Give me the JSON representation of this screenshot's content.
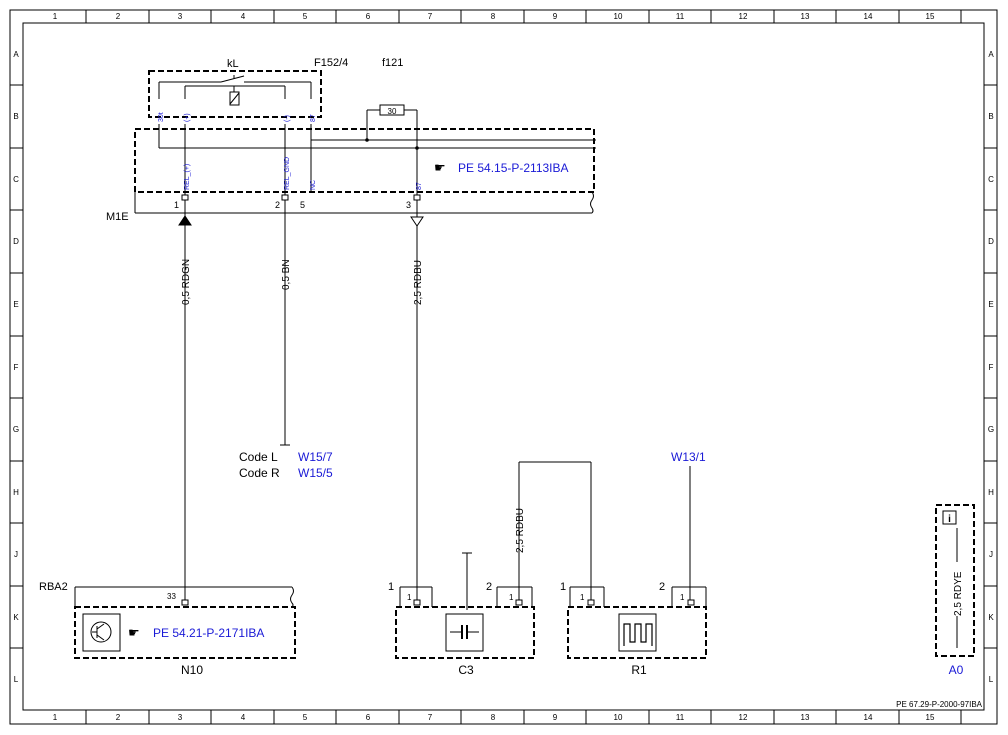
{
  "grid": {
    "columns": [
      "1",
      "2",
      "3",
      "4",
      "5",
      "6",
      "7",
      "8",
      "9",
      "10",
      "11",
      "12",
      "13",
      "14",
      "15"
    ],
    "rows": [
      "A",
      "B",
      "C",
      "D",
      "E",
      "F",
      "G",
      "H",
      "J",
      "K",
      "L"
    ]
  },
  "relay": {
    "label": "kL",
    "fuse_label": "F152/4",
    "fuse_ref": "f121",
    "fuse_value": "30",
    "pins": [
      "30t",
      "(+)",
      "(-)",
      "87",
      "87"
    ],
    "inner_labels": [
      "REL_(+)",
      "REL_GND",
      "NC",
      "87"
    ],
    "pin_numbers": [
      "1",
      "2",
      "5",
      "3"
    ],
    "ref": "PE 54.15-P-2113IBA"
  },
  "module": {
    "label": "M1E"
  },
  "wires": {
    "w1": "0,5 RDGN",
    "w2": "0,5 BN",
    "w3": "2,5 RDBU",
    "w4": "2,5 RDBU"
  },
  "codes": [
    {
      "label": "Code L",
      "ref": "W15/7"
    },
    {
      "label": "Code R",
      "ref": "W15/5"
    }
  ],
  "ground_ref": "W13/1",
  "components": {
    "rba2": {
      "label": "RBA2",
      "pin": "33"
    },
    "n10": {
      "label": "N10",
      "ref": "PE 54.21-P-2171IBA"
    },
    "c3": {
      "label": "C3",
      "pins": [
        "1",
        "2"
      ],
      "inner": [
        "1",
        "1"
      ]
    },
    "r1": {
      "label": "R1",
      "pins": [
        "1",
        "2"
      ],
      "inner": [
        "1",
        "1"
      ]
    },
    "a0": {
      "label": "A0",
      "wire": "2,5 RDYE",
      "info": "i"
    }
  },
  "footer_ref": "PE 67.29-P-2000-97IBA",
  "colors": {
    "link": "#1a1ad6",
    "line": "#000000"
  }
}
